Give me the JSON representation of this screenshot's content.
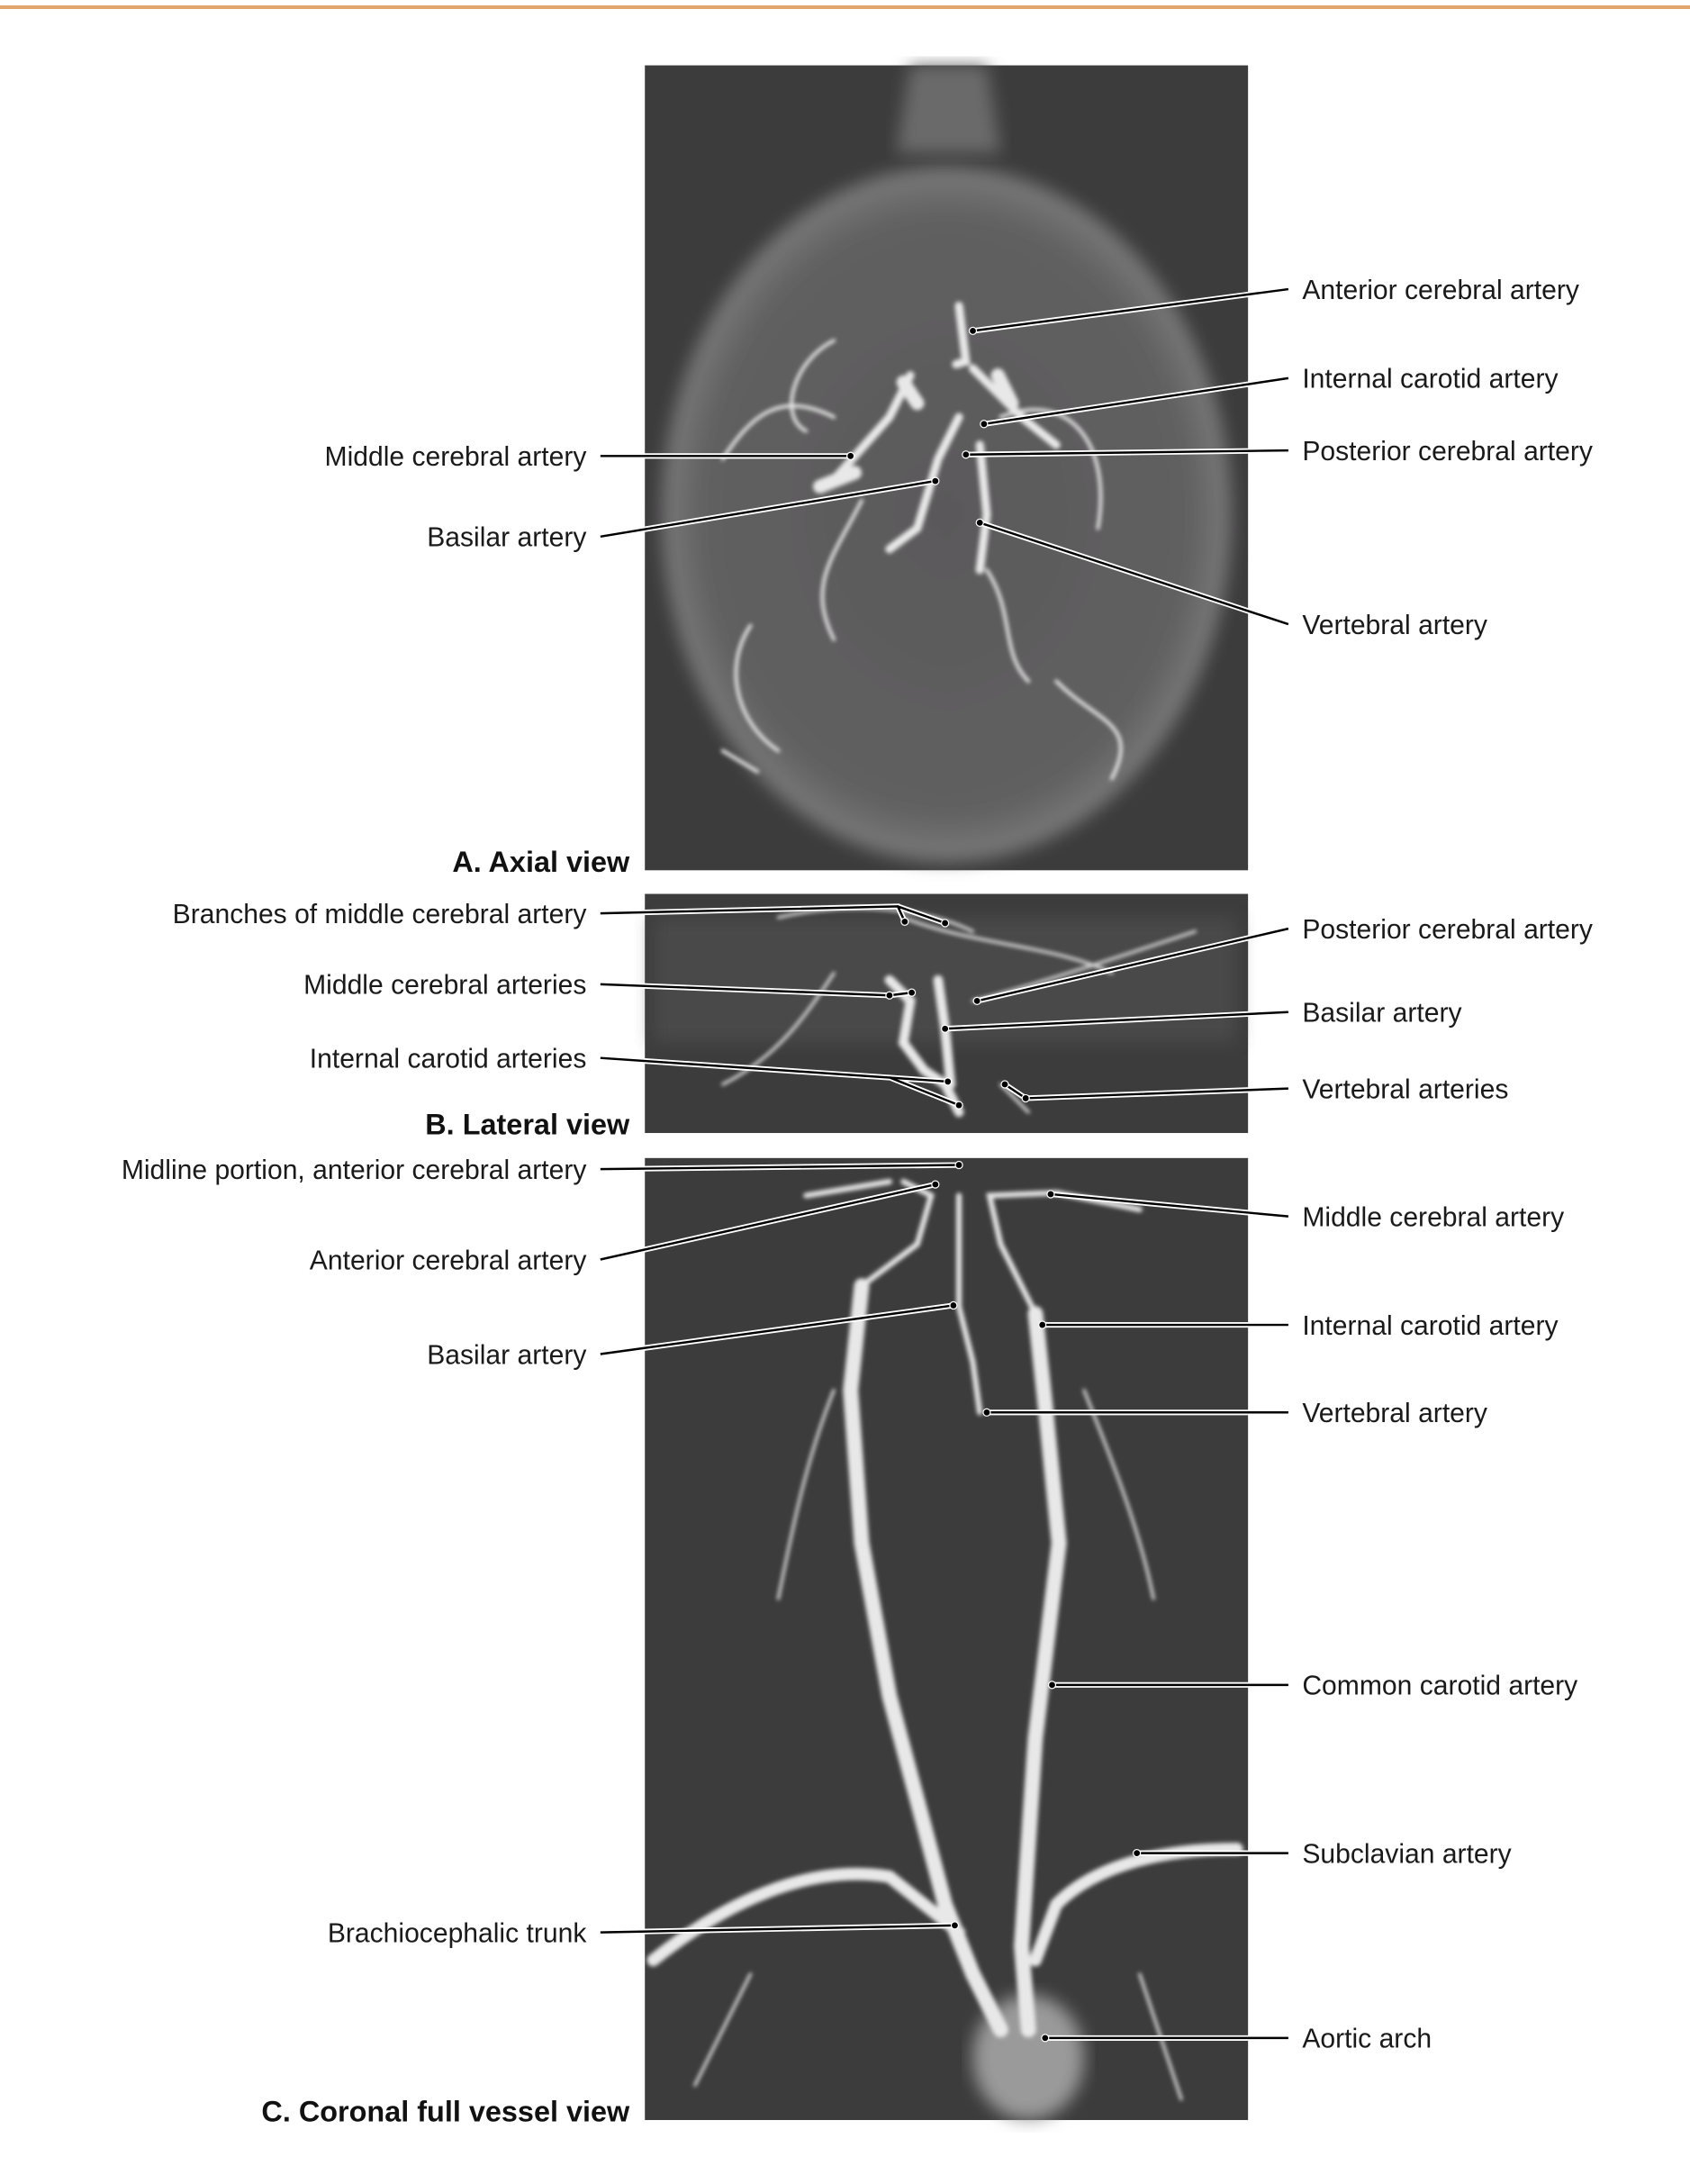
{
  "colors": {
    "rule": "#e2a56c",
    "image_bg": "#3d3c3d"
  },
  "panel_a": {
    "caption": "A. Axial view",
    "labels_right": [
      "Anterior cerebral artery",
      "Internal carotid artery",
      "Posterior cerebral artery",
      "Vertebral artery"
    ],
    "labels_left": [
      "Middle cerebral artery",
      "Basilar artery"
    ]
  },
  "panel_b": {
    "caption": "B. Lateral view",
    "labels_left": [
      "Branches of middle cerebral artery",
      "Middle cerebral arteries",
      "Internal carotid arteries"
    ],
    "labels_right": [
      "Posterior cerebral artery",
      "Basilar artery",
      "Vertebral arteries"
    ]
  },
  "panel_c": {
    "caption": "C. Coronal full vessel view",
    "labels_left": [
      "Midline portion, anterior cerebral artery",
      "Anterior cerebral artery",
      "Basilar artery",
      "Brachiocephalic trunk"
    ],
    "labels_right": [
      "Middle cerebral artery",
      "Internal carotid artery",
      "Vertebral artery",
      "Common carotid artery",
      "Subclavian artery",
      "Aortic arch"
    ]
  }
}
